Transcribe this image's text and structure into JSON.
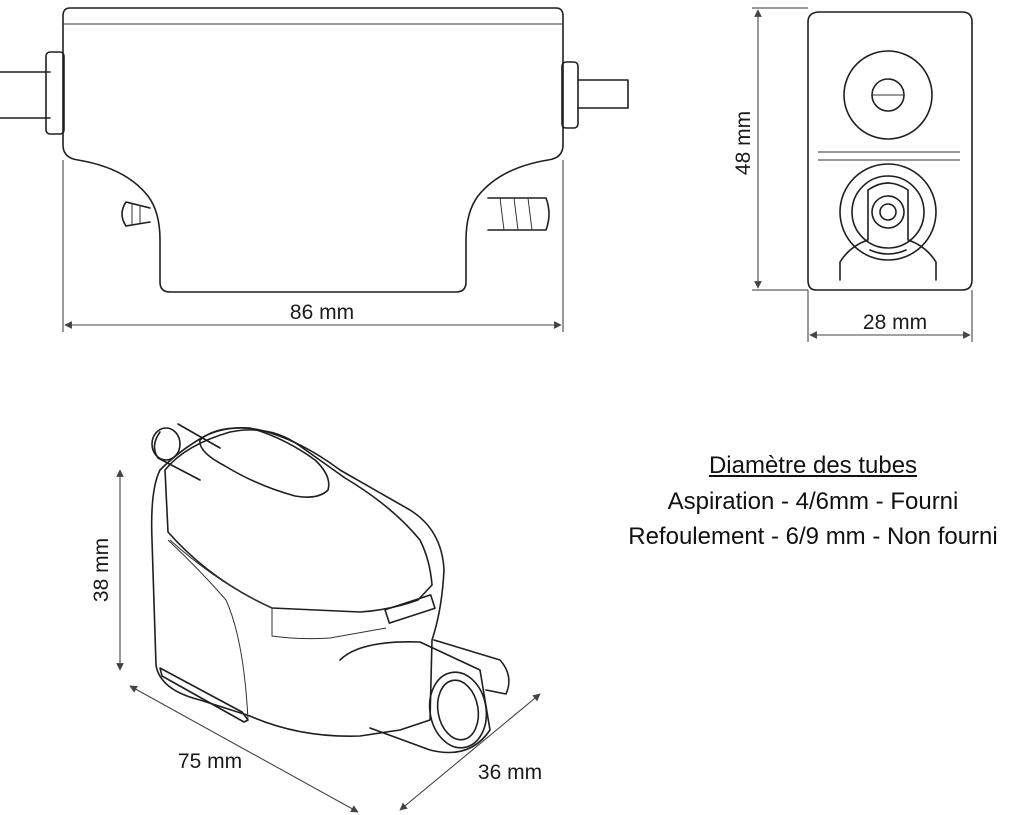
{
  "dimensions": {
    "front_width": "86 mm",
    "side_height": "48 mm",
    "side_width": "28 mm",
    "iso_height": "38 mm",
    "iso_length": "75 mm",
    "iso_depth": "36 mm"
  },
  "legend": {
    "title": "Diamètre des tubes",
    "line1": "Aspiration - 4/6mm - Fourni",
    "line2": "Refoulement - 6/9 mm - Non fourni"
  },
  "colors": {
    "line": "#1f1f1f",
    "background": "#ffffff"
  }
}
